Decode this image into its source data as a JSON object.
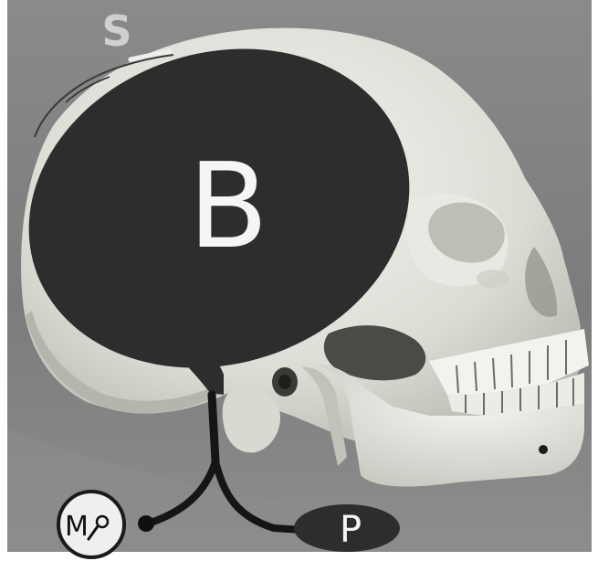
{
  "labels": {
    "sensor": "S",
    "brain": "B",
    "monitor": "M",
    "pump": "P"
  },
  "colors": {
    "background": "#7f7f7f",
    "bone": "#efefea",
    "bone_shadow": "#bdbdb6",
    "bone_dark": "#8f8f88",
    "dark_fill": "#2d2d2d",
    "tube": "#151515",
    "label_light": "#f5f5f5",
    "label_gray": "#d0d0d0"
  },
  "icons": {
    "monitor": "magnifier-icon"
  }
}
